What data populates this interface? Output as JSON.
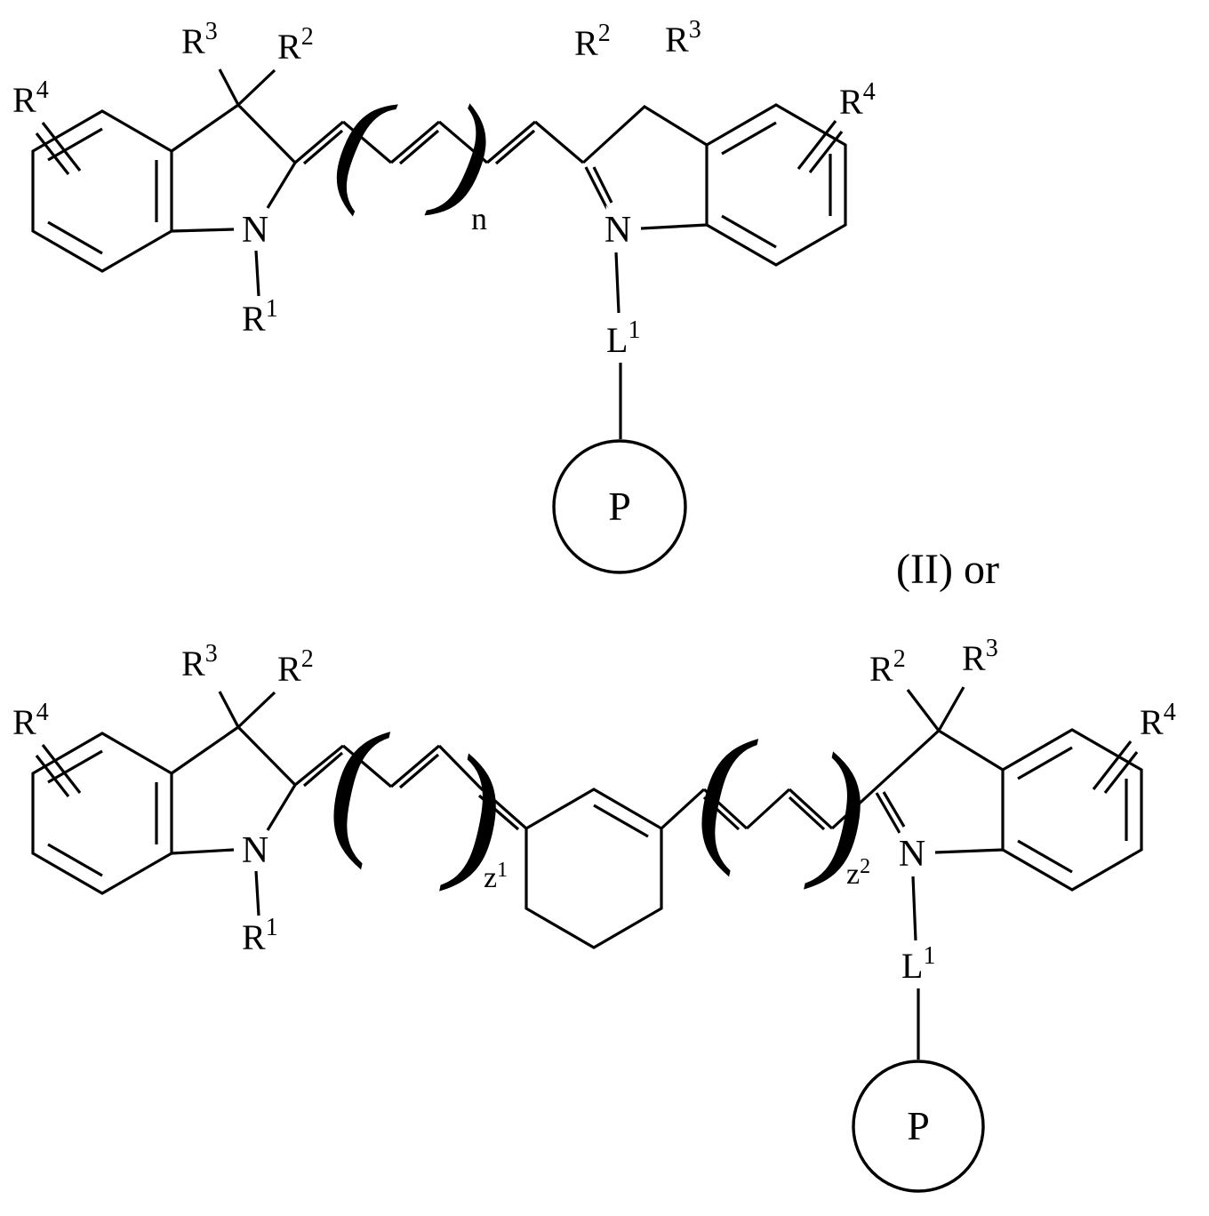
{
  "figure": {
    "connector_label": "(II) or",
    "notation": {
      "paren_open": "(",
      "paren_close": ")",
      "repeat_n": "n",
      "repeat_z1": {
        "base": "z",
        "sup": "1"
      },
      "repeat_z2": {
        "base": "z",
        "sup": "2"
      }
    },
    "atoms": {
      "nitrogen": "N",
      "payload": "P"
    },
    "substituents": {
      "r1": {
        "base": "R",
        "sup": "1"
      },
      "r2": {
        "base": "R",
        "sup": "2"
      },
      "r3": {
        "base": "R",
        "sup": "3"
      },
      "r4": {
        "base": "R",
        "sup": "4"
      },
      "l1": {
        "base": "L",
        "sup": "1"
      }
    }
  }
}
